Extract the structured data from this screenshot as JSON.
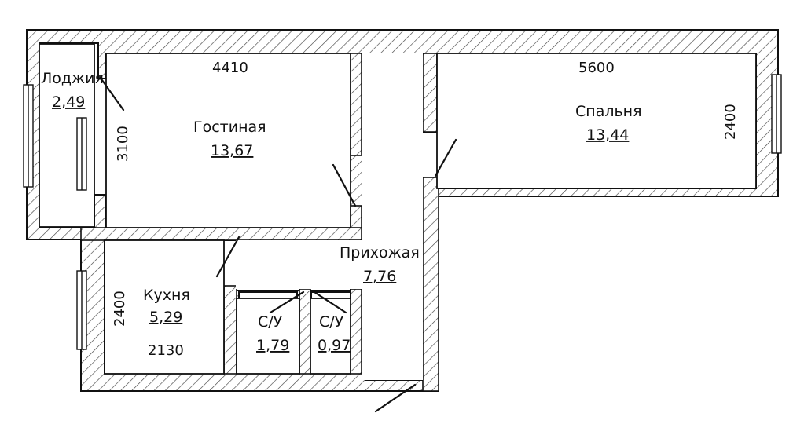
{
  "rooms": {
    "loggia": {
      "name": "Лоджия",
      "area": "2,49"
    },
    "living": {
      "name": "Гостиная",
      "area": "13,67"
    },
    "bedroom": {
      "name": "Спальня",
      "area": "13,44"
    },
    "hallway": {
      "name": "Прихожая",
      "area": "7,76"
    },
    "kitchen": {
      "name": "Кухня",
      "area": "5,29"
    },
    "wc1": {
      "name": "С/У",
      "area": "1,79"
    },
    "wc2": {
      "name": "С/У",
      "area": "0,97"
    }
  },
  "dimensions": {
    "living_width": "4410",
    "bedroom_width": "5600",
    "living_depth": "3100",
    "bedroom_depth": "2400",
    "kitchen_depth": "2400",
    "kitchen_width": "2130"
  },
  "colors": {
    "line": "#111111",
    "hatch": "#444444",
    "background": "#ffffff"
  }
}
